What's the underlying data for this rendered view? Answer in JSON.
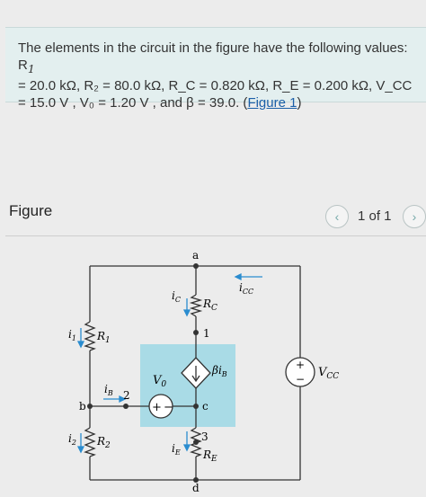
{
  "problem": {
    "line1": "The elements in the circuit in the figure have the following values: R",
    "line1_sub": "1",
    "line2": "= 20.0 kΩ, R₂ = 80.0 kΩ, R_C = 0.820 kΩ, R_E = 0.200 kΩ, V_CC",
    "line3": "= 15.0 V , V₀ = 1.20 V , and β = 39.0. (",
    "link": "Figure 1",
    "line3_end": ")"
  },
  "figure": {
    "label": "Figure",
    "pager": "1 of 1",
    "prev_icon": "chevron-left-icon",
    "next_icon": "chevron-right-icon"
  },
  "circuit": {
    "node_a": "a",
    "node_b": "b",
    "node_c": "c",
    "node_d": "d",
    "node_1": "1",
    "node_2": "2",
    "node_3": "3",
    "R1": "R",
    "R1_sub": "1",
    "R2": "R",
    "R2_sub": "2",
    "RC": "R",
    "RC_sub": "C",
    "RE": "R",
    "RE_sub": "E",
    "i1": "i",
    "i1_sub": "1",
    "i2": "i",
    "i2_sub": "2",
    "iC": "i",
    "iC_sub": "C",
    "iE": "i",
    "iE_sub": "E",
    "iB": "i",
    "iB_sub": "B",
    "iCC": "i",
    "iCC_sub": "CC",
    "V0": "V",
    "V0_sub": "0",
    "VCC": "V",
    "VCC_sub": "CC",
    "beta_iB": "βi",
    "beta_iB_sub": "B",
    "plus": "+",
    "minus": "−",
    "shade_color": "#a9dbe6",
    "arrow_color": "#2a8ccf"
  }
}
